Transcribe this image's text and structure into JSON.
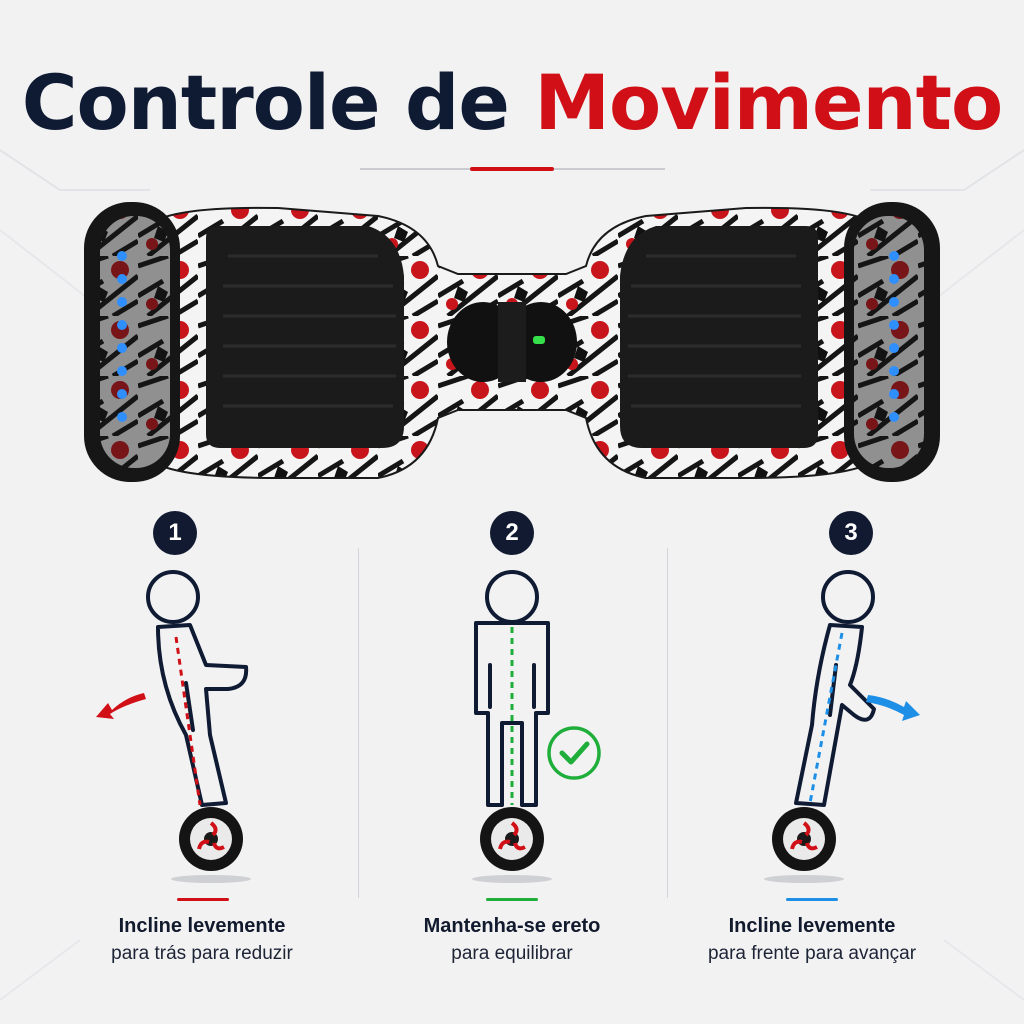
{
  "title": {
    "part1": "Controle de",
    "part2": "Movimento"
  },
  "colors": {
    "navy": "#0f1a33",
    "red": "#d01016",
    "green": "#1fae3a",
    "blue": "#1e8fe6"
  },
  "steps": [
    {
      "number": "1",
      "bold": "Incline levemente",
      "light": "para trás para reduzir",
      "accent": "#d01016",
      "arrow": "arrow-back-icon"
    },
    {
      "number": "2",
      "bold": "Mantenha-se ereto",
      "light": "para equilibrar",
      "accent": "#1fae3a",
      "arrow": "check-icon"
    },
    {
      "number": "3",
      "bold": "Incline levemente",
      "light": "para frente para avançar",
      "accent": "#1e8fe6",
      "arrow": "arrow-forward-icon"
    }
  ]
}
